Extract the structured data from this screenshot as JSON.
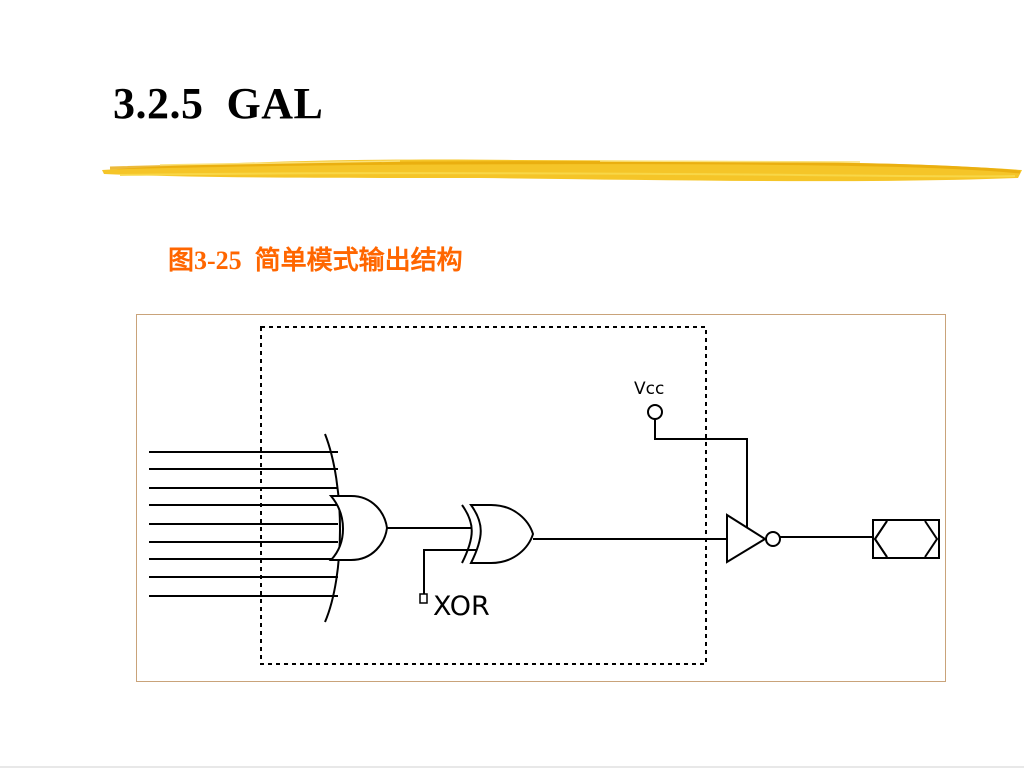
{
  "slide": {
    "title": "3.2.5  GAL",
    "caption": "图3-25  简单模式输出结构"
  },
  "diagram": {
    "vcc_label": "Vcc",
    "xor_label": "XOR"
  },
  "colors": {
    "caption": "#ff6600",
    "brush": "#f4c21c",
    "figure_border": "#c9a37a"
  }
}
